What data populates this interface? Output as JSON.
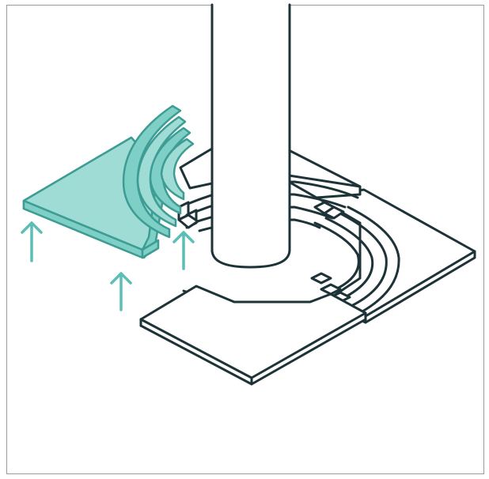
{
  "colors": {
    "line": "#1d3338",
    "teal": "#7ecfc6",
    "teal_light": "#9fdcd5",
    "teal_dark": "#3d9c93",
    "teal_arrow": "#5cbfb5",
    "frame": "#9a9a9a"
  },
  "figure": {
    "elements": [
      "pole",
      "floor-tile-segments",
      "curved-gasket-rings",
      "removed-tile-panel",
      "lift-arrows"
    ],
    "lift_arrows_count": 3
  }
}
